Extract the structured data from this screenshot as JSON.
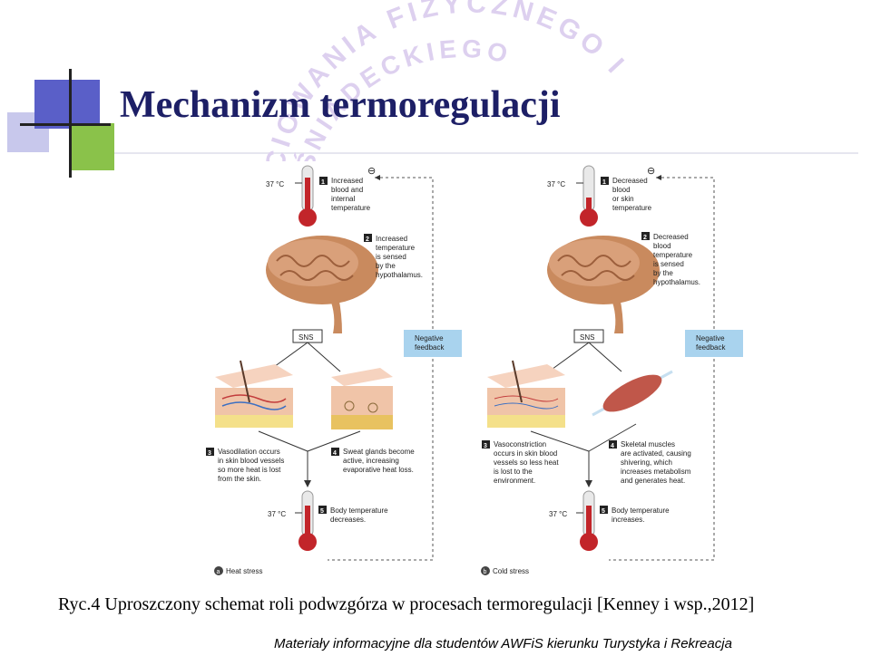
{
  "slide": {
    "title": "Mechanizm termoregulacji",
    "caption": "Ryc.4 Uproszczony schemat roli podwzgórza w procesach termoregulacji  [Kenney i wsp.,2012]",
    "footer": "Materiały informacyjne dla studentów AWFiS kierunku Turystyka i Rekreacja"
  },
  "watermark": {
    "arc_outer": "CIOWANIA FIZYCZNEGO I",
    "arc_inner": "ŚNIADECKIEGO"
  },
  "figure": {
    "heat": {
      "temp_label": "37 °C",
      "step1_num": "1",
      "step1_lines": [
        "Increased",
        "blood and",
        "internal",
        "temperature"
      ],
      "step2_num": "2",
      "step2_lines": [
        "Increased",
        "temperature",
        "is sensed",
        "by the",
        "hypothalamus."
      ],
      "sns": "SNS",
      "feedback_lines": [
        "Negative",
        "feedback"
      ],
      "minus": "⊖",
      "step3_num": "3",
      "step3_lines": [
        "Vasodilation occurs",
        "in skin blood vessels",
        "so more heat is lost",
        "from the skin."
      ],
      "step4_num": "4",
      "step4_lines": [
        "Sweat glands become",
        "active, increasing",
        "evaporative heat loss."
      ],
      "step5_num": "5",
      "step5_lines": [
        "Body temperature",
        "decreases."
      ],
      "panel_letter": "a",
      "panel_label": "Heat stress"
    },
    "cold": {
      "temp_label": "37 °C",
      "step1_num": "1",
      "step1_lines": [
        "Decreased",
        "blood",
        "or skin",
        "temperature"
      ],
      "step2_num": "2",
      "step2_lines": [
        "Decreased",
        "blood",
        "temperature",
        "is sensed",
        "by the",
        "hypothalamus."
      ],
      "sns": "SNS",
      "feedback_lines": [
        "Negative",
        "feedback"
      ],
      "minus": "⊖",
      "step3_num": "3",
      "step3_lines": [
        "Vasoconstriction",
        "occurs in skin blood",
        "vessels so less heat",
        "is lost to the",
        "environment."
      ],
      "step4_num": "4",
      "step4_lines": [
        "Skeletal muscles",
        "are activated, causing",
        "shivering, which",
        "increases metabolism",
        "and generates heat."
      ],
      "step5_num": "5",
      "step5_lines": [
        "Body temperature",
        "increases."
      ],
      "panel_letter": "b",
      "panel_label": "Cold stress"
    }
  },
  "colors": {
    "title": "#1d1f66",
    "deco_blue": "#5a5fc8",
    "deco_green": "#8ac24a",
    "watermark": "#d9c9ee",
    "feedback_box": "#a9d3ee",
    "thermometer": "#c2252a",
    "brain": "#c98a5e",
    "skin": "#f0c4a8",
    "muscle": "#c0574a"
  }
}
